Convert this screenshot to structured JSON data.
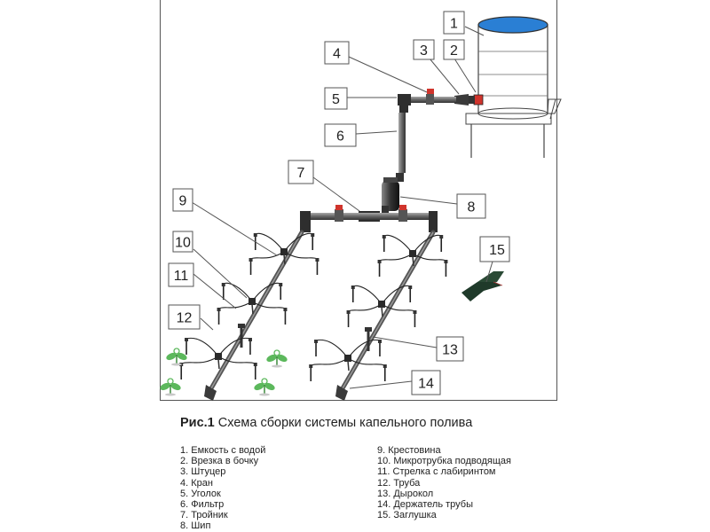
{
  "callouts": [
    "1",
    "2",
    "3",
    "4",
    "5",
    "6",
    "7",
    "8",
    "9",
    "10",
    "11",
    "12",
    "13",
    "14",
    "15"
  ],
  "caption": {
    "prefix": "Рис.1",
    "text": "Схема сборки системы капельного полива"
  },
  "legend": {
    "left": [
      "1. Емкость с водой",
      "2. Врезка в бочку",
      "3. Штуцер",
      "4. Кран",
      "5. Уголок",
      "6. Фильтр",
      "7. Тройник",
      "8. Шип"
    ],
    "right": [
      "9. Крестовина",
      "10. Микротрубка подводящая",
      "11. Стрелка с лабиринтом",
      "12. Труба",
      "13. Дырокол",
      "14. Держатель трубы",
      "15. Заглушка"
    ]
  },
  "colors": {
    "water": "#2a7fd4",
    "valve_red": "#d0342c",
    "pipe_dark": "#3a3a3a",
    "pipe_gray": "#8a8a8a",
    "plant_green": "#5cb85c"
  }
}
